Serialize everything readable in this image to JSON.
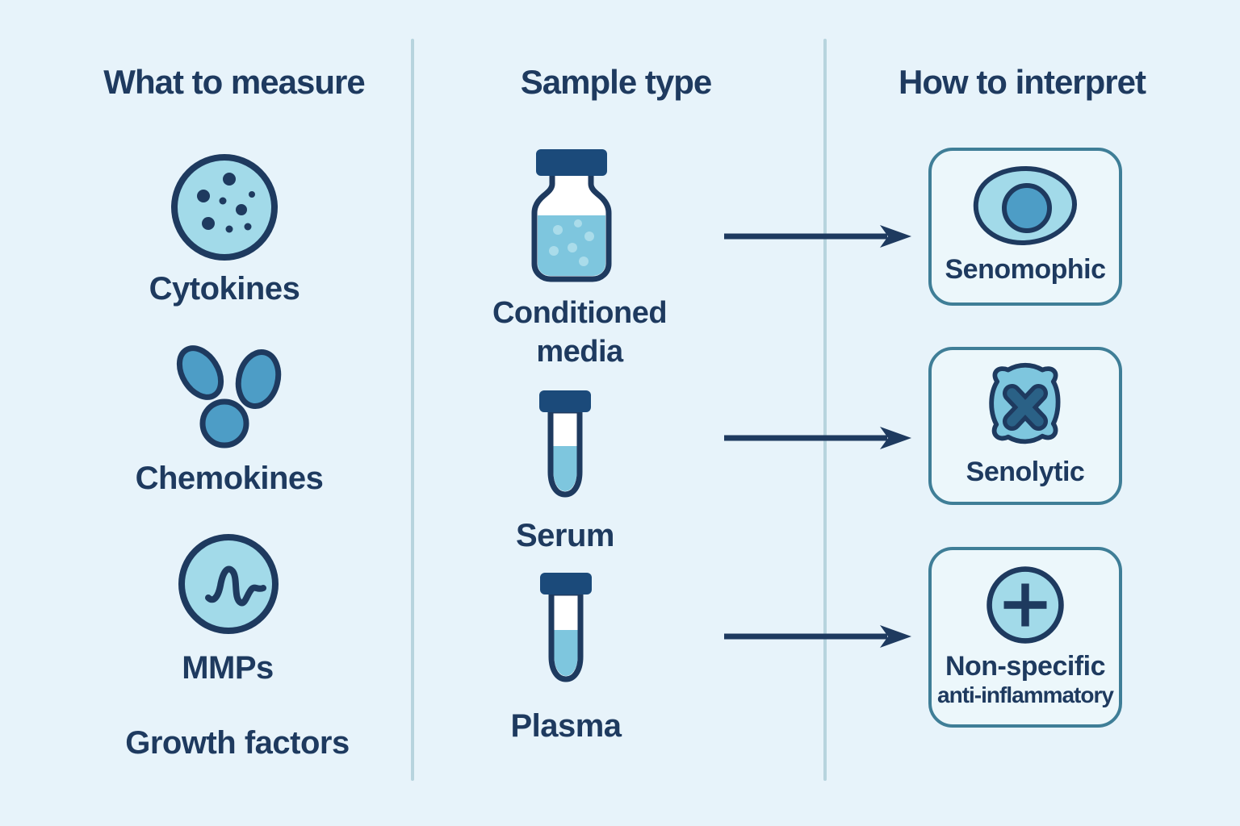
{
  "colors": {
    "background": "#e7f3fa",
    "text_navy": "#1e3a5f",
    "icon_light_fill": "#a2dae9",
    "icon_medium_fill": "#4d9dc6",
    "liquid_fill": "#7ec6de",
    "bubble_fill": "#aadcea",
    "cap_fill": "#1b4a7a",
    "card_border": "#3f7e97",
    "card_fill": "#ecf7fb",
    "divider": "#b7d4de"
  },
  "columns": {
    "measure": {
      "heading": "What to measure",
      "items": [
        {
          "label": "Cytokines",
          "icon": "cytokines-icon"
        },
        {
          "label": "Chemokines",
          "icon": "chemokines-icon"
        },
        {
          "label": "MMPs",
          "icon": "mmps-icon"
        },
        {
          "label": "Growth factors",
          "icon": "none"
        }
      ]
    },
    "sample": {
      "heading": "Sample type",
      "items": [
        {
          "label": "Conditioned media",
          "icon": "vial-icon"
        },
        {
          "label": "Serum",
          "icon": "test-tube-icon"
        },
        {
          "label": "Plasma",
          "icon": "test-tube-icon"
        }
      ]
    },
    "interpret": {
      "heading": "How to interpret",
      "cards": [
        {
          "label": "Senomophic",
          "icon": "cell-icon"
        },
        {
          "label": "Senolytic",
          "icon": "dying-cell-icon"
        },
        {
          "label": "Non-specific",
          "label2": "anti-inflammatory",
          "icon": "plus-icon"
        }
      ]
    }
  }
}
